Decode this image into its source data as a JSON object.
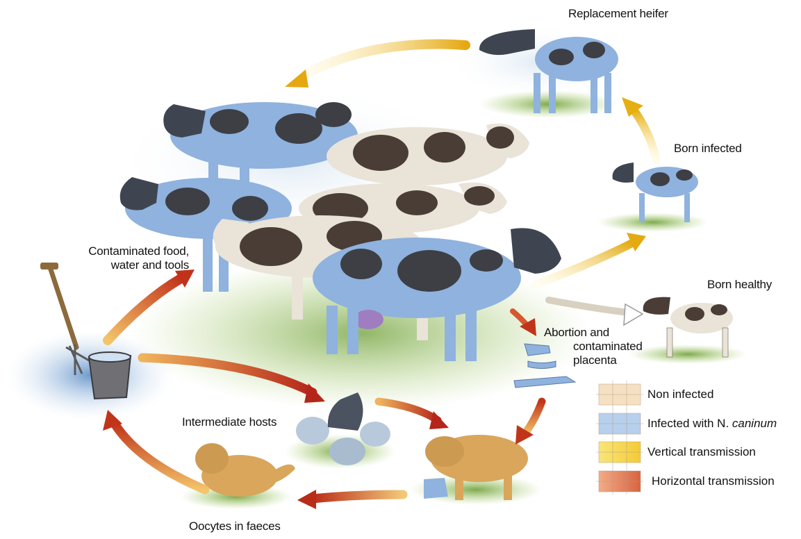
{
  "labels": {
    "replacement_heifer": "Replacement heifer",
    "born_infected": "Born infected",
    "born_healthy": "Born healthy",
    "contaminated_food": [
      "Contaminated food,",
      "water and tools"
    ],
    "abortion": [
      "Abortion and",
      "contaminated",
      "placenta"
    ],
    "intermediate_hosts": "Intermediate hosts",
    "oocytes": "Oocytes in faeces"
  },
  "legend": [
    {
      "label": "Non infected",
      "color": "#f3dcb7"
    },
    {
      "label_prefix": "Infected with N. ",
      "label_italic": "caninum",
      "color": "#a9c8ea"
    },
    {
      "label": "Vertical transmission",
      "color": "#f4d43c"
    },
    {
      "label": "Horizontal transmission",
      "color": "#e07a4c"
    }
  ],
  "colors": {
    "vertical_arrow": "#e8b820",
    "horizontal_arrow": "#c23a1c",
    "infected_cow": "#8fb2de",
    "patch_dark": "#3d3f45",
    "healthy_cow": "#e9e3d8",
    "grass": "#7fae45",
    "dog": "#d9a65b"
  }
}
